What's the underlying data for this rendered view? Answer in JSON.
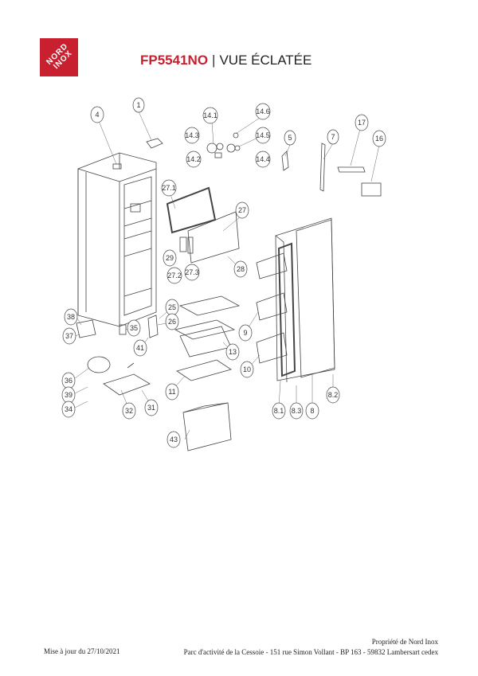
{
  "header": {
    "logo_line1": "NORD",
    "logo_line2": "INOX",
    "model": "FP5541NO",
    "separator": "|",
    "subtitle": "VUE ÉCLATÉE"
  },
  "parts": {
    "p1": "1",
    "p4": "4",
    "p5": "5",
    "p7": "7",
    "p8": "8",
    "p8_1": "8.1",
    "p8_2": "8.2",
    "p8_3": "8.3",
    "p9": "9",
    "p10": "10",
    "p11": "11",
    "p13": "13",
    "p14_1": "14.1",
    "p14_2": "14.2",
    "p14_3": "14.3",
    "p14_4": "14.4",
    "p14_5": "14.5",
    "p14_6": "14.6",
    "p16": "16",
    "p17": "17",
    "p25": "25",
    "p26": "26",
    "p27": "27",
    "p27_1": "27.1",
    "p27_2": "27.2",
    "p27_3": "27.3",
    "p28": "28",
    "p29": "29",
    "p31": "31",
    "p32": "32",
    "p34": "34",
    "p35": "35",
    "p36": "36",
    "p37": "37",
    "p38": "38",
    "p39": "39",
    "p41": "41",
    "p43": "43"
  },
  "footer": {
    "updated": "Mise à jour du 27/10/2021",
    "owner": "Propriété de Nord Inox",
    "address": "Parc d'activité de la Cessoie - 151 rue Simon Vollant - BP 163 - 59832 Lambersart cedex"
  },
  "colors": {
    "brand_red": "#c8202f"
  }
}
